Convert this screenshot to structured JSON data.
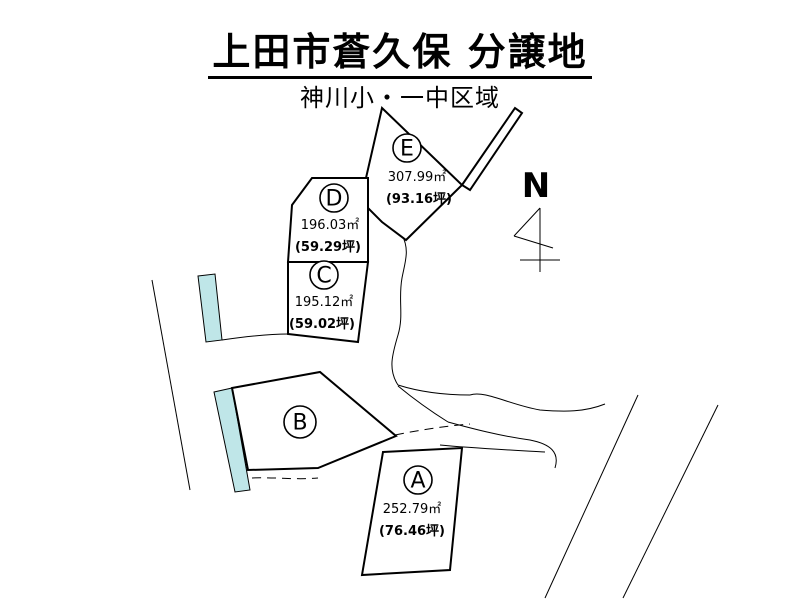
{
  "title": "上田市蒼久保 分譲地",
  "subtitle": "神川小・一中区域",
  "north_label": "N",
  "lots": [
    {
      "id": "A",
      "letter": "A",
      "area": "252.79㎡",
      "tsubo": "(76.46坪)"
    },
    {
      "id": "B",
      "letter": "B"
    },
    {
      "id": "C",
      "letter": "C",
      "area": "195.12㎡",
      "tsubo": "(59.02坪)"
    },
    {
      "id": "D",
      "letter": "D",
      "area": "196.03㎡",
      "tsubo": "(59.29坪)"
    },
    {
      "id": "E",
      "letter": "E",
      "area": "307.99㎡",
      "tsubo": "(93.16坪)"
    }
  ],
  "colors": {
    "water": "#bfe6e8",
    "line": "#000000",
    "background": "#ffffff"
  }
}
